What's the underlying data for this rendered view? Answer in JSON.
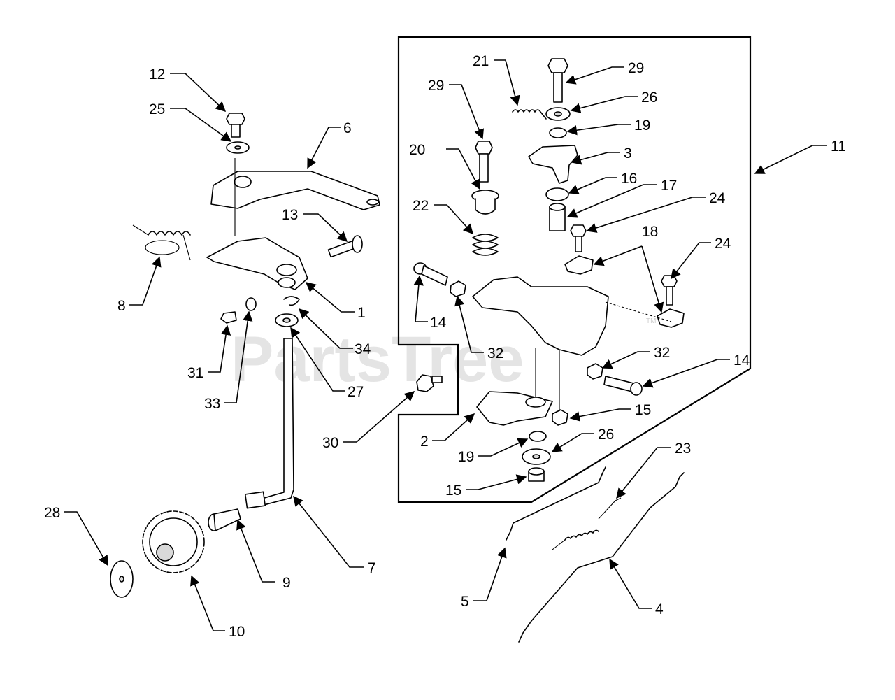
{
  "watermark": {
    "text": "PartsTree",
    "trademark": "TM"
  },
  "callouts": [
    {
      "id": "1",
      "text": "1"
    },
    {
      "id": "2",
      "text": "2"
    },
    {
      "id": "3",
      "text": "3"
    },
    {
      "id": "4",
      "text": "4"
    },
    {
      "id": "5",
      "text": "5"
    },
    {
      "id": "6",
      "text": "6"
    },
    {
      "id": "7",
      "text": "7"
    },
    {
      "id": "8",
      "text": "8"
    },
    {
      "id": "9",
      "text": "9"
    },
    {
      "id": "10",
      "text": "10"
    },
    {
      "id": "11",
      "text": "11"
    },
    {
      "id": "12",
      "text": "12"
    },
    {
      "id": "13",
      "text": "13"
    },
    {
      "id": "14a",
      "text": "14"
    },
    {
      "id": "14b",
      "text": "14"
    },
    {
      "id": "15a",
      "text": "15"
    },
    {
      "id": "15b",
      "text": "15"
    },
    {
      "id": "16",
      "text": "16"
    },
    {
      "id": "17",
      "text": "17"
    },
    {
      "id": "18",
      "text": "18"
    },
    {
      "id": "19a",
      "text": "19"
    },
    {
      "id": "19b",
      "text": "19"
    },
    {
      "id": "20",
      "text": "20"
    },
    {
      "id": "21",
      "text": "21"
    },
    {
      "id": "22",
      "text": "22"
    },
    {
      "id": "23",
      "text": "23"
    },
    {
      "id": "24a",
      "text": "24"
    },
    {
      "id": "24b",
      "text": "24"
    },
    {
      "id": "25",
      "text": "25"
    },
    {
      "id": "26a",
      "text": "26"
    },
    {
      "id": "26b",
      "text": "26"
    },
    {
      "id": "27",
      "text": "27"
    },
    {
      "id": "28",
      "text": "28"
    },
    {
      "id": "29a",
      "text": "29"
    },
    {
      "id": "29b",
      "text": "29"
    },
    {
      "id": "30",
      "text": "30"
    },
    {
      "id": "31",
      "text": "31"
    },
    {
      "id": "32a",
      "text": "32"
    },
    {
      "id": "32b",
      "text": "32"
    },
    {
      "id": "33",
      "text": "33"
    },
    {
      "id": "34",
      "text": "34"
    }
  ]
}
